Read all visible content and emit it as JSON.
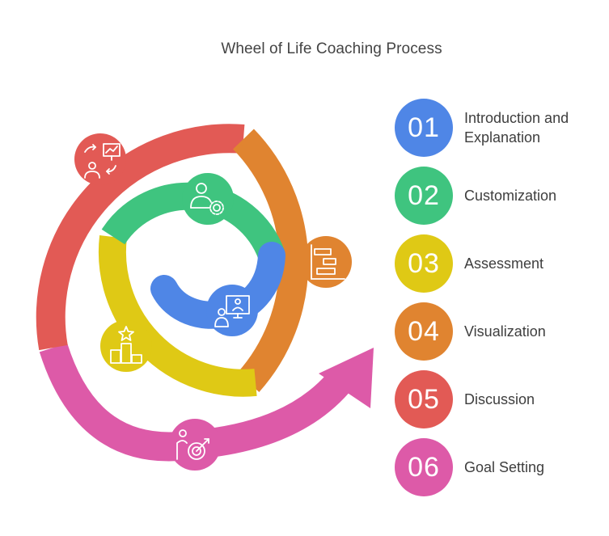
{
  "title": "Wheel of Life Coaching Process",
  "steps": [
    {
      "number": "01",
      "label": "Introduction and Explanation",
      "color": "#4f86e6",
      "icon": "presentation-person-icon"
    },
    {
      "number": "02",
      "label": "Customization",
      "color": "#3fc47f",
      "icon": "person-gear-icon"
    },
    {
      "number": "03",
      "label": "Assessment",
      "color": "#dfc915",
      "icon": "podium-star-icon"
    },
    {
      "number": "04",
      "label": "Visualization",
      "color": "#e08430",
      "icon": "gantt-chart-icon"
    },
    {
      "number": "05",
      "label": "Discussion",
      "color": "#e25a55",
      "icon": "discussion-chart-icon"
    },
    {
      "number": "06",
      "label": "Goal Setting",
      "color": "#dd5aa8",
      "icon": "person-target-icon"
    }
  ]
}
